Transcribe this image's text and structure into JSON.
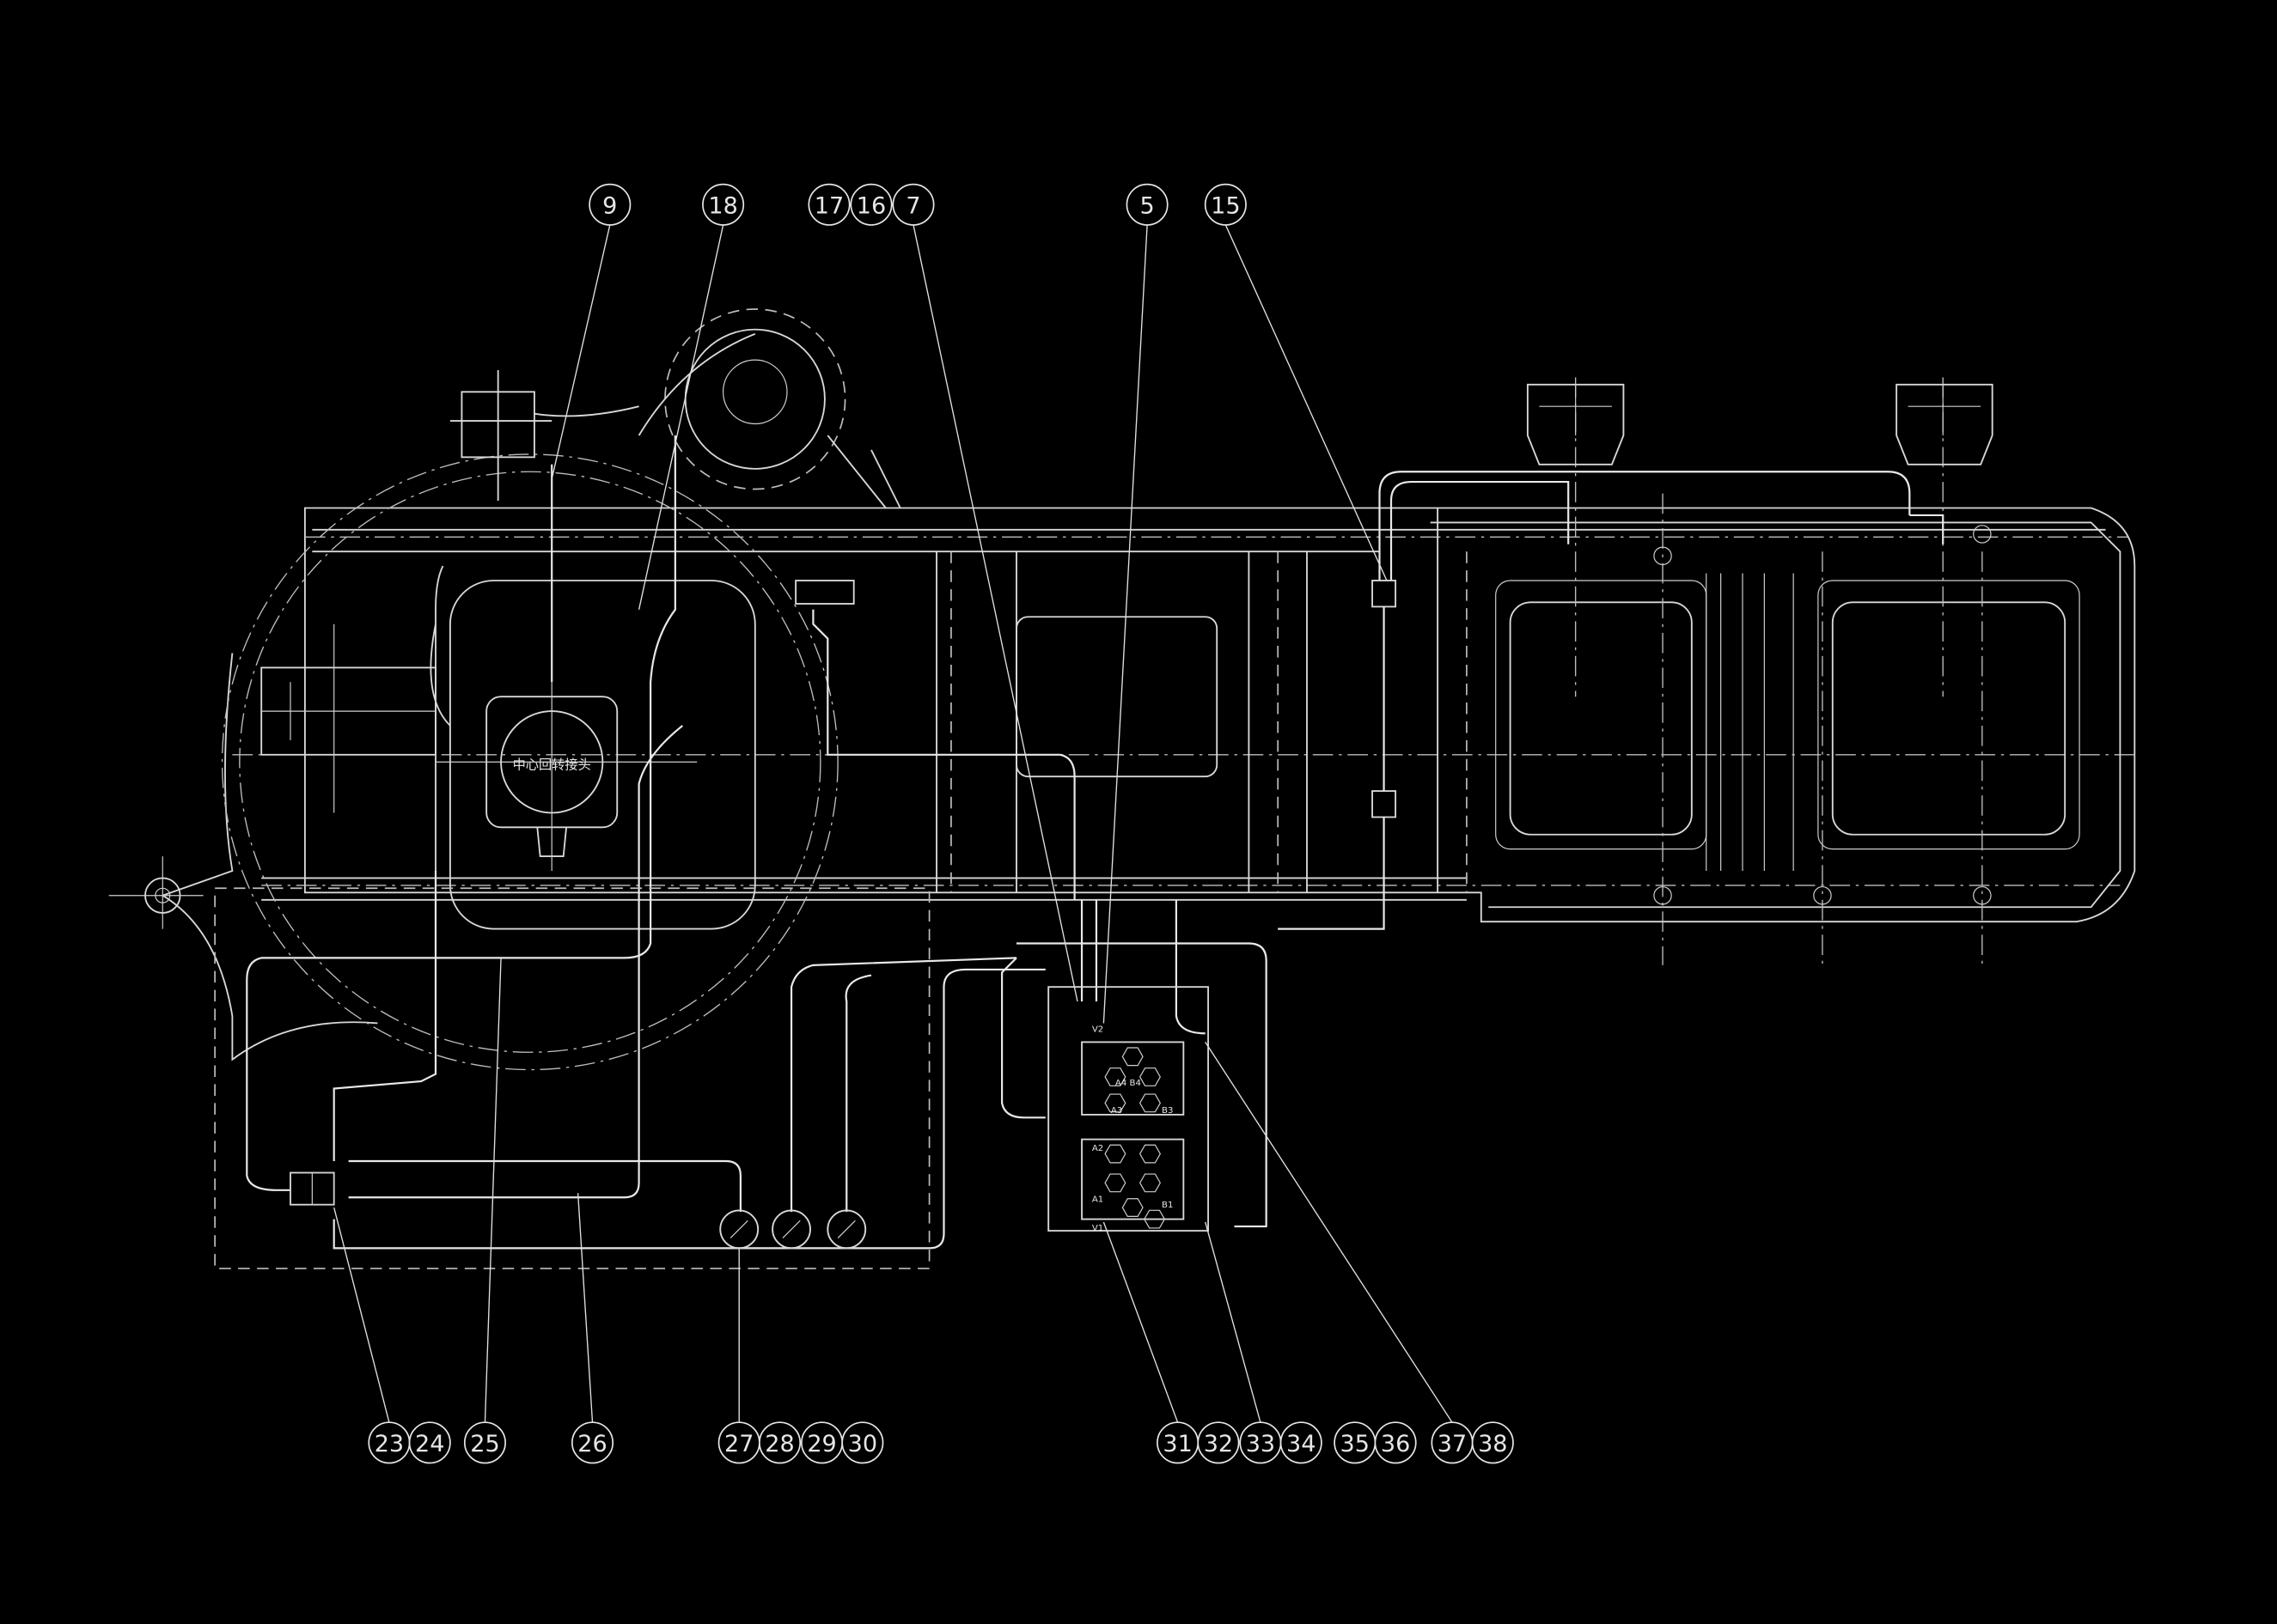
{
  "drawing": {
    "title_note": "中心回转接头",
    "top_callouts": [
      "9",
      "18",
      "17",
      "16",
      "7",
      "5",
      "15"
    ],
    "bottom_callouts": [
      "23",
      "24",
      "25",
      "26",
      "27",
      "28",
      "29",
      "30",
      "31",
      "32",
      "33",
      "34",
      "35",
      "36",
      "37",
      "38"
    ],
    "valve_port_labels": [
      "V2",
      "A4 B4",
      "A3",
      "B3",
      "A2",
      "A1",
      "B1",
      "V1"
    ],
    "colors": {
      "background": "#000000",
      "linework": "#d8d8d8"
    }
  }
}
